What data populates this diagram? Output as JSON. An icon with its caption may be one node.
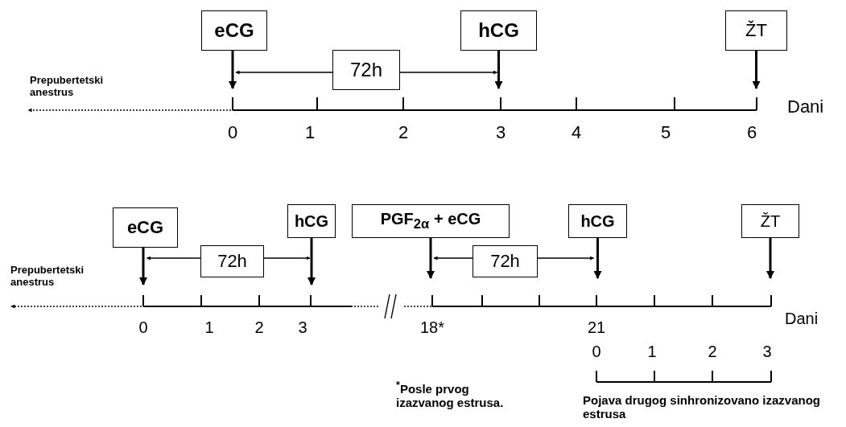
{
  "diagram": {
    "nodes": [
      {
        "text": [
          "eCG"
        ]
      },
      {
        "text": [
          "72h"
        ]
      },
      {
        "text": [
          "hCG"
        ]
      },
      {
        "text": [
          "ŽT"
        ]
      },
      {
        "text": [
          "eCG"
        ]
      },
      {
        "text": [
          "72h"
        ]
      },
      {
        "text": [
          "hCG"
        ]
      },
      {
        "text": [
          "PGF$_{2α}$ + eCG"
        ]
      },
      {
        "text": [
          "72h"
        ]
      },
      {
        "text": [
          "hCG"
        ]
      },
      {
        "text": [
          "ŽT"
        ]
      }
    ],
    "edges": [
      {
        "from": 0,
        "to": null,
        "arrow": "to"
      },
      {
        "from": 2,
        "to": null,
        "arrow": "to"
      },
      {
        "from": 3,
        "to": null,
        "arrow": "to"
      },
      {
        "from": 1,
        "to": 0,
        "arrow": "to"
      },
      {
        "from": 1,
        "to": 2,
        "arrow": "to"
      },
      {
        "from": 4,
        "to": null,
        "arrow": "to"
      },
      {
        "from": 6,
        "to": null,
        "arrow": "to"
      },
      {
        "from": 7,
        "to": null,
        "arrow": "to"
      },
      {
        "from": 9,
        "to": null,
        "arrow": "to"
      },
      {
        "from": 10,
        "to": null,
        "arrow": "to"
      },
      {
        "from": 5,
        "to": 4,
        "arrow": "to"
      },
      {
        "from": 5,
        "to": 6,
        "arrow": "to"
      },
      {
        "from": 8,
        "to": 7,
        "arrow": "to"
      },
      {
        "from": 8,
        "to": 9,
        "arrow": "to"
      }
    ],
    "labels": [
      "Prepubertetski anestrus",
      "0",
      "1",
      "2",
      "3",
      "4",
      "5",
      "6",
      "Dani",
      "Prepubertetski anestrus",
      "0",
      "1",
      "2",
      "3",
      "18*",
      "21",
      "Dani",
      "0",
      "1",
      "2",
      "3",
      "$^{*}$Posle prvog izazvanog estrusa.",
      "Pojava drugog sinhronizovano izazvanog estrusa"
    ]
  }
}
